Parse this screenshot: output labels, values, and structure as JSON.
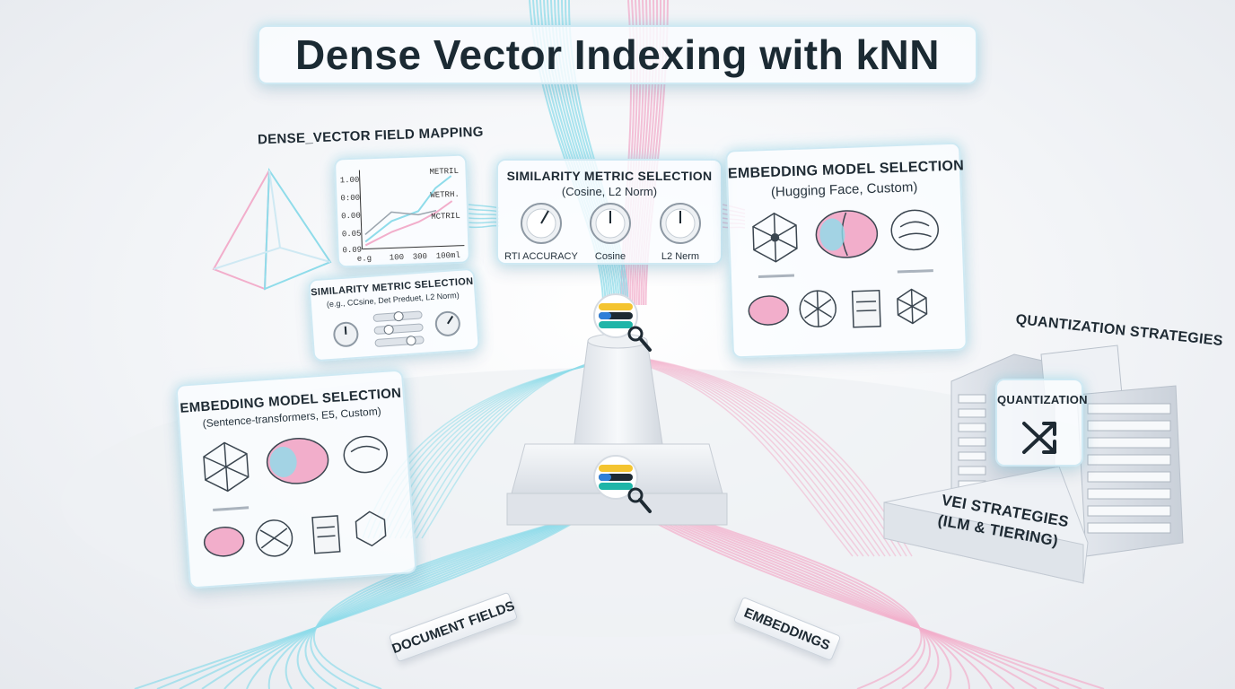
{
  "title": "Dense Vector Indexing with kNN",
  "field_mapping": {
    "label": "DENSE_VECTOR FIELD MAPPING",
    "chart": {
      "y_ticks": [
        "1.00",
        "0:00",
        "0.00",
        "0.05",
        "0.09"
      ],
      "x_ticks": [
        "e.g",
        "100",
        "300",
        "100ml"
      ],
      "legend": [
        "METRIL",
        "WETRH.",
        "MCTRIL"
      ]
    }
  },
  "similarity_top": {
    "title": "SIMILARITY METRIC SELECTION",
    "subtitle": "(Cosine, L2 Norm)",
    "knobs": [
      "RTI ACCURACY",
      "Cosine",
      "L2 Nerm"
    ]
  },
  "similarity_small": {
    "title": "SIMILARITY METRIC SELECTION",
    "subtitle": "(e.g., CCsine, Det Preduet, L2 Norm)"
  },
  "embedding_right": {
    "title": "EMBEDDING MODEL SELECTION",
    "subtitle": "(Hugging Face, Custom)"
  },
  "embedding_left": {
    "title": "EMBEDDING MODEL SELECTION",
    "subtitle": "(Sentence-transformers, E5, Custom)"
  },
  "quantization": {
    "label": "QUANTIZATION STRATEGIES",
    "badge": "QUANTIZATION"
  },
  "vei": {
    "line1": "VEI STRATEGIES",
    "line2": "(ILM & TIERING)"
  },
  "streams": {
    "left": "DOCUMENT FIELDS",
    "right": "EMBEDDINGS"
  },
  "colors": {
    "cyan": "#8fdcea",
    "pink": "#f2aecb",
    "logo_yellow": "#f4c430",
    "logo_teal": "#1fb5a8",
    "logo_dark": "#1e2a33",
    "logo_blue": "#2f7fd8"
  }
}
